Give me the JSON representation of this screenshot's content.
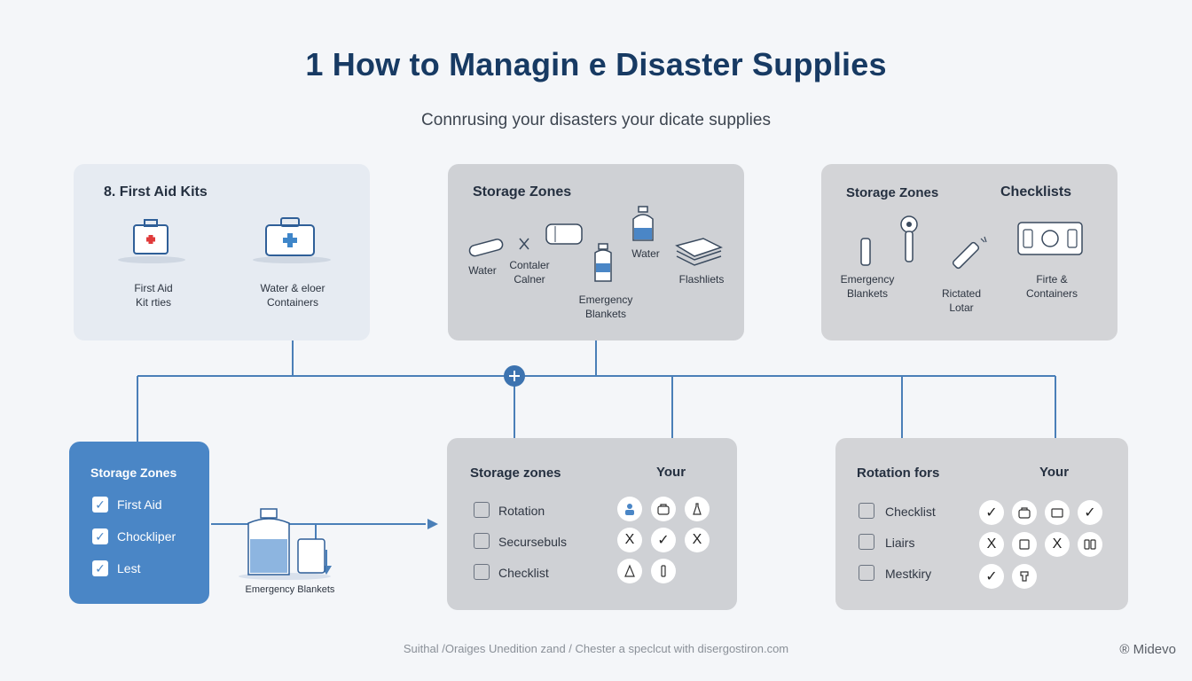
{
  "header": {
    "title": "1 How to Managin e Disaster Supplies",
    "subtitle": "Connrusing your disasters your dicate supplies"
  },
  "card1": {
    "heading": "8. First Aid Kits",
    "item1": "First Aid\nKit rties",
    "item2": "Water & eloer\nContainers"
  },
  "card2": {
    "heading": "Storage Zones",
    "water_left": "Water",
    "container": "Contaler\nCalner",
    "emergency": "Emergency\nBlankets",
    "water_right": "Water",
    "flashlights": "Flashliets"
  },
  "card3": {
    "heading_left": "Storage Zones",
    "heading_right": "Checklists",
    "emergency": "Emergency\nBlankets",
    "rotated": "Rictated\nLotar",
    "firte": "Firte &\nContainers"
  },
  "blue_card": {
    "heading": "Storage Zones",
    "items": [
      "First Aid",
      "Chockliper",
      "Lest"
    ]
  },
  "mid_label": "Emergency Blankets",
  "card5": {
    "heading": "Storage zones",
    "right_heading": "Your",
    "rows": [
      "Rotation",
      "Secursebuls",
      "Checklist"
    ]
  },
  "card6": {
    "heading": "Rotation fors",
    "right_heading": "Your",
    "rows": [
      "Checklist",
      "Liairs",
      "Mestkiry"
    ]
  },
  "footer": {
    "text": "Suithal /Oraiges Unedition zand / Chester a speclcut with disergostiron.com",
    "brand": "® Midevo"
  },
  "colors": {
    "accent": "#4a86c6",
    "title": "#173a63",
    "connector": "#4a7fb8"
  },
  "marks": {
    "check": "✓",
    "cross": "X"
  }
}
